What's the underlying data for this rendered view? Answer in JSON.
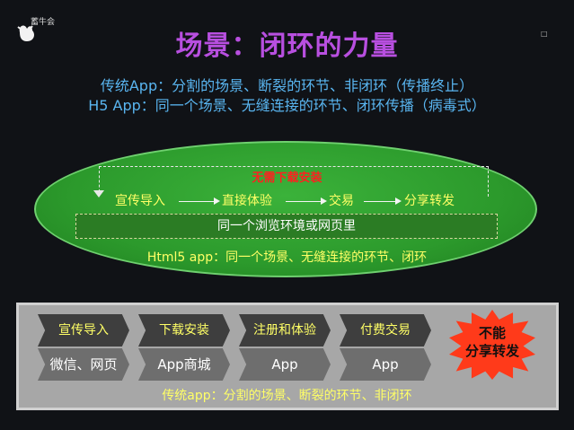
{
  "header": {
    "logo_text": "蓄牛会",
    "corner_mark": "□",
    "title": "场景：闭环的力量",
    "subtitle_native": "传统App：分割的场景、断裂的环节、非闭环（传播终止）",
    "subtitle_h5": "H5 App：同一个场景、无缝连接的环节、闭环传播（病毒式）"
  },
  "h5_flow": {
    "loop_label": "无需下载安装",
    "steps": [
      "宣传导入",
      "直接体验",
      "交易",
      "分享转发"
    ],
    "browser_box": "同一个浏览环境或网页里",
    "caption": "Html5 app：同一个场景、无缝连接的环节、闭环"
  },
  "native_flow": {
    "stages": [
      {
        "name": "宣传导入",
        "channel": "微信、网页"
      },
      {
        "name": "下载安装",
        "channel": "App商城"
      },
      {
        "name": "注册和体验",
        "channel": "App"
      },
      {
        "name": "付费交易",
        "channel": "App"
      }
    ],
    "blocked_label_line1": "不能",
    "blocked_label_line2": "分享转发",
    "caption": "传统app：分割的场景、断裂的环节、非闭环"
  },
  "colors": {
    "title": "#b84fe0",
    "subtitle": "#59b5f0",
    "ellipse": "#2c9a2c",
    "step_text": "#ffff66",
    "loop_label": "#ff2020",
    "burst": "#ff3a1a",
    "panel": "#a7a7a7"
  }
}
